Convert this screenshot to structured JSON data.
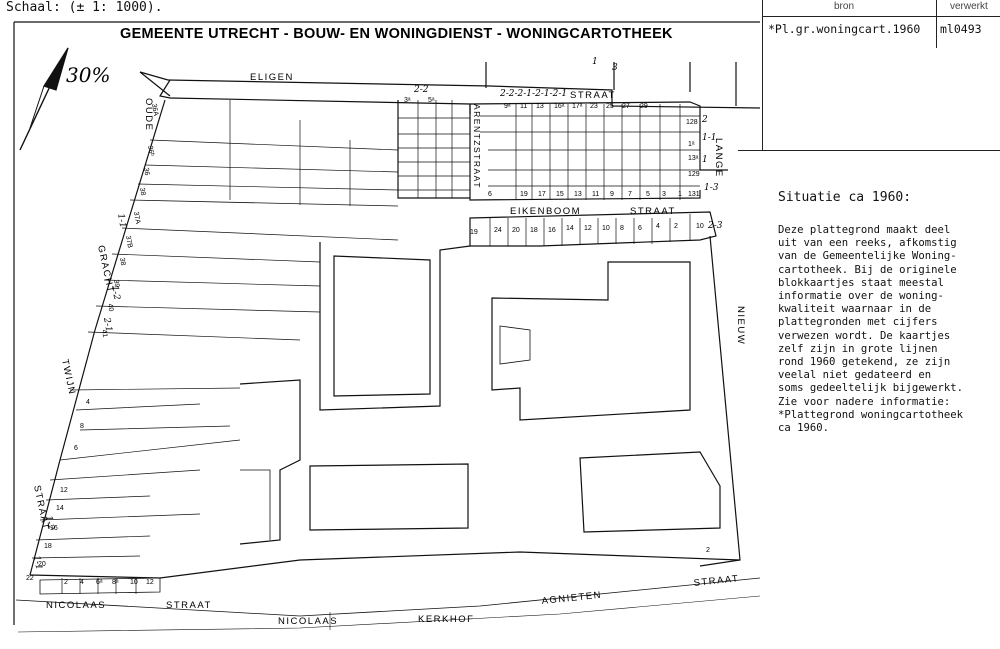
{
  "scale": "Schaal: (± 1: 1000).",
  "header": {
    "bron_label": "bron",
    "verwerkt_label": "verwerkt",
    "bron_value": "*Pl.gr.woningcart.1960",
    "verwerkt_value": "ml0493"
  },
  "map_title": "GEMEENTE UTRECHT - BOUW- EN WONINGDIENST - WONINGCARTOTHEEK",
  "handwriting": {
    "percent": "30%"
  },
  "streets": {
    "eligen": "ELIGEN",
    "straat_top": "STRAAT",
    "oude": "OUDE",
    "gracht": "GRACHT",
    "twijn": "TWIJN",
    "straat_left": "STRAAT",
    "arentz": "ARENTZSTRAAT",
    "lange": "LANGE",
    "eikenboom": "EIKENBOOM",
    "straat_mid": "STRAAT",
    "nieuw": "NIEUW",
    "nicolaas1": "NICOLAAS",
    "straat_bottom": "STRAAT",
    "nicolaas2": "NICOLAAS",
    "kerkhof": "KERKHOF",
    "agnieten": "AGNIETEN",
    "straat_right": "STRAAT"
  },
  "house_numbers": {
    "top_row": [
      "3ᵃ",
      "5ᵃ",
      "9ᵃ",
      "11",
      "13",
      "16ᵃ",
      "17ᵃ",
      "23",
      "25",
      "27",
      "29",
      "128"
    ],
    "lange_col": [
      "1ᵃ",
      "13ᵃ",
      "129",
      "131"
    ],
    "mid_row": [
      "6",
      "19",
      "17",
      "15",
      "13",
      "11",
      "9",
      "7",
      "5",
      "3",
      "1"
    ],
    "lower_row": [
      "19",
      "24",
      "20",
      "18",
      "16",
      "14",
      "12",
      "10",
      "8",
      "6",
      "4",
      "2",
      "10"
    ],
    "oude_col": [
      "36A",
      "36ᵇ",
      "36",
      "38",
      "37A",
      "37B",
      "38",
      "39",
      "40",
      "41"
    ],
    "straat_col": [
      "4",
      "8",
      "6",
      "12",
      "14",
      "16",
      "18",
      "20",
      "22"
    ],
    "bottom_row": [
      "2",
      "4",
      "6ᵃ",
      "8ᵃ",
      "10",
      "12"
    ],
    "misc": [
      "2"
    ]
  },
  "annotations": {
    "top": [
      "2-2",
      "2-2-2-1-2-1-2-1",
      "1",
      "3"
    ],
    "right": [
      "2",
      "1-1",
      "1",
      "1-3",
      "2-3"
    ],
    "left": [
      "1-1",
      "1-2",
      "2-1",
      "1-2",
      "1-1"
    ]
  },
  "note": {
    "heading": "Situatie ca 1960:",
    "body": "Deze plattegrond maakt deel\nuit van een reeks, afkomstig\nvan de Gemeentelijke Woning-\ncartotheek. Bij de originele\nblokkaartjes staat meestal\ninformatie over de woning-\nkwaliteit waarnaar in de\nplattegronden met cijfers\nverwezen wordt. De kaartjes\nzelf zijn in grote lijnen\nrond 1960 getekend, ze zijn\nveelal niet gedateerd en\nsoms gedeeltelijk bijgewerkt.\nZie voor nadere informatie:\n*Plattegrond woningcartotheek\nca 1960."
  }
}
